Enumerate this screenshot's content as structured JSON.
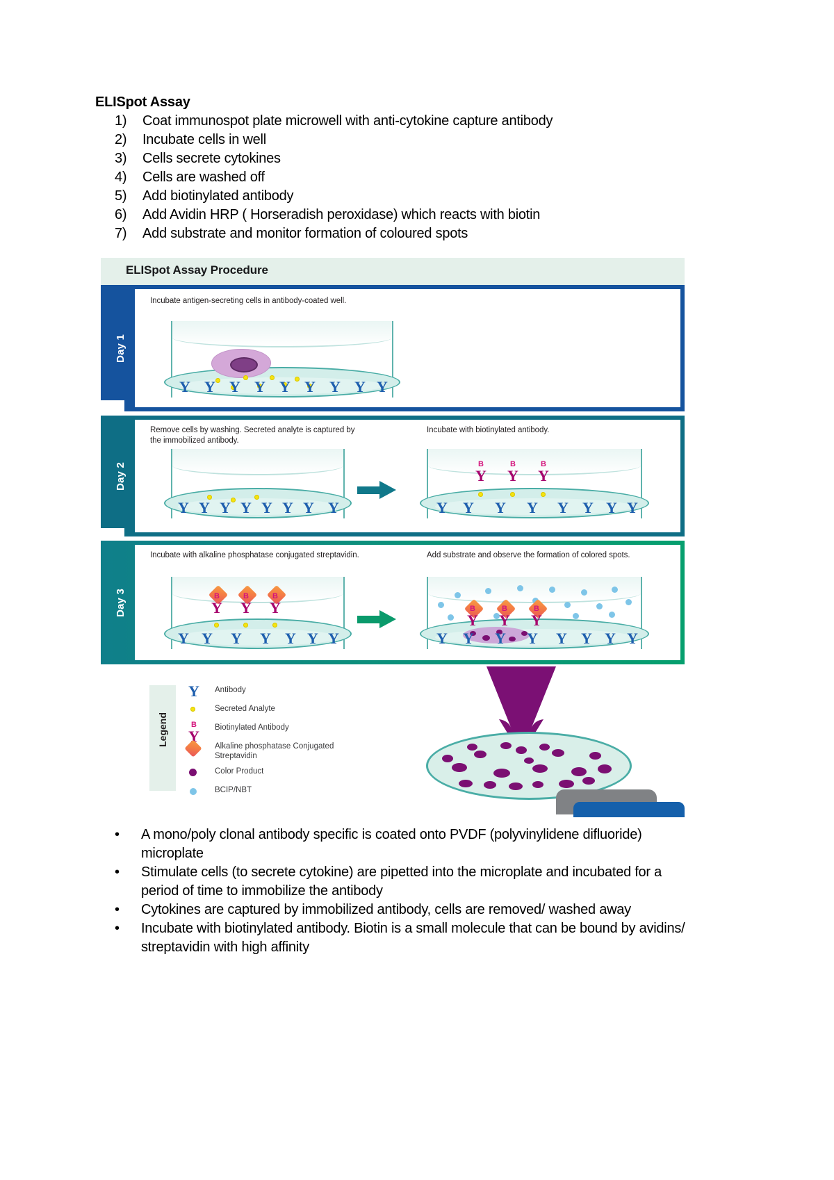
{
  "document": {
    "title": "ELISpot Assay",
    "steps": [
      {
        "number": "1)",
        "text": "Coat immunospot plate microwell with anti-cytokine capture antibody"
      },
      {
        "number": "2)",
        "text": "Incubate cells in well"
      },
      {
        "number": "3)",
        "text": "Cells secrete cytokines"
      },
      {
        "number": "4)",
        "text": "Cells are washed off"
      },
      {
        "number": "5)",
        "text": "Add biotinylated antibody"
      },
      {
        "number": "6)",
        "text": "Add Avidin HRP ( Horseradish peroxidase) which reacts with biotin"
      },
      {
        "number": "7)",
        "text": "Add substrate and monitor formation of coloured spots"
      }
    ],
    "bullets": [
      {
        "marker": "•",
        "text": "A mono/poly clonal antibody specific is coated onto PVDF (polyvinylidene difluoride) microplate"
      },
      {
        "marker": "•",
        "text": "Stimulate cells (to secrete cytokine) are pipetted into the microplate and incubated for a period of time to immobilize the antibody"
      },
      {
        "marker": "•",
        "text": "Cytokines are captured by immobilized antibody, cells are removed/ washed away"
      },
      {
        "marker": "•",
        "text": "Incubate with biotinylated antibody. Biotin is a small molecule that can be bound by avidins/ streptavidin with high affinity"
      }
    ]
  },
  "figure": {
    "title": "ELISpot Assay Procedure",
    "days": [
      {
        "label": "Day 1",
        "band_color": "#15539e",
        "panels": [
          {
            "caption": "Incubate antigen-secreting cells in antibody-coated well."
          }
        ]
      },
      {
        "label": "Day 2",
        "band_color": "#0e6e85",
        "panels": [
          {
            "caption": "Remove cells by washing. Secreted analyte is captured by the immobilized antibody."
          },
          {
            "caption": "Incubate with biotinylated antibody."
          }
        ]
      },
      {
        "label": "Day 3",
        "band_color": "#0a8f7d",
        "panels": [
          {
            "caption": "Incubate with alkaline phosphatase conjugated streptavidin."
          },
          {
            "caption": "Add substrate and observe the formation of colored spots."
          }
        ]
      }
    ],
    "legend": {
      "label": "Legend",
      "items": [
        {
          "icon": "antibody-y-icon",
          "label": "Antibody",
          "color": "#1f5fae"
        },
        {
          "icon": "secreted-analyte-dot-icon",
          "label": "Secreted Analyte",
          "color": "#f5e312"
        },
        {
          "icon": "biotinylated-antibody-icon",
          "label": "Biotinylated Antibody",
          "color": "#a6046d"
        },
        {
          "icon": "alkaline-phosphatase-diamond-icon",
          "label": "Alkaline phosphatase Conjugated Streptavidin",
          "color": "#f47b45"
        },
        {
          "icon": "color-product-dot-icon",
          "label": "Color Product",
          "color": "#7b0f72"
        },
        {
          "icon": "bcip-nbt-dot-icon",
          "label": "BCIP/NBT",
          "color": "#7ec5e8"
        }
      ]
    }
  }
}
